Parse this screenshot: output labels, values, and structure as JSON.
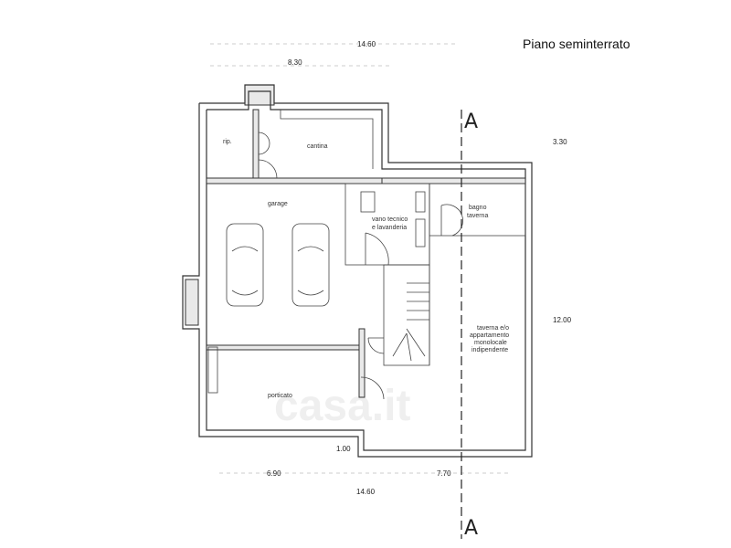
{
  "title": "Piano seminterrato",
  "rooms": {
    "rip": "rip.",
    "cantina": "cantina",
    "garage": "garage",
    "vano_tecnico_1": "vano tecnico",
    "vano_tecnico_2": "e lavanderia",
    "bagno_1": "bagno",
    "bagno_2": "taverna",
    "taverna_1": "taverna e/o",
    "taverna_2": "appartamento",
    "taverna_3": "monolocale",
    "taverna_4": "indipendente",
    "porticato": "porticato"
  },
  "dimensions": {
    "top_total": "14.60",
    "top_partial": "8.30",
    "right_upper": "3.30",
    "right_total": "12.00",
    "bottom_small": "1.00",
    "bottom_left": "6.90",
    "bottom_right": "7.70",
    "bottom_total": "14.60"
  },
  "section_marks": {
    "top": "A",
    "bottom": "A"
  },
  "watermark": "casa.it"
}
